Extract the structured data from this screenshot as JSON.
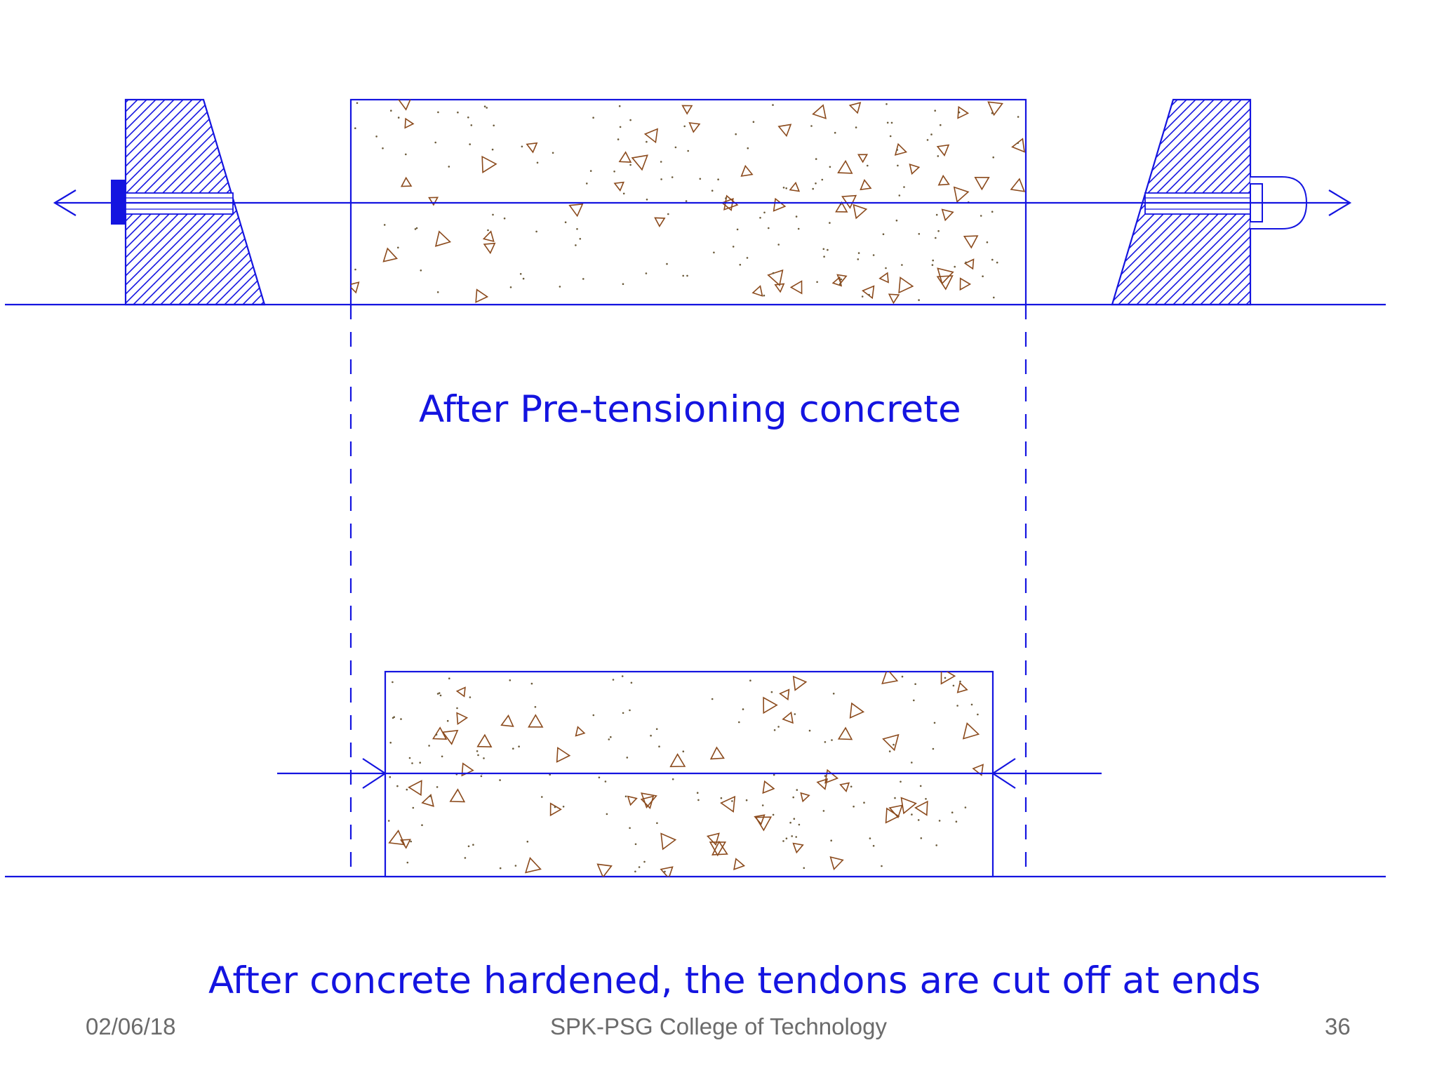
{
  "diagram": {
    "caption_top": "After Pre-tensioning concrete",
    "caption_bottom": "After concrete hardened, the tendons are cut off at ends"
  },
  "footer": {
    "date": "02/06/18",
    "institution": "SPK-PSG College of Technology",
    "page_number": "36"
  },
  "colors": {
    "line": "#1414e0",
    "aggregate": "#8b4a1c",
    "background": "#ffffff"
  }
}
